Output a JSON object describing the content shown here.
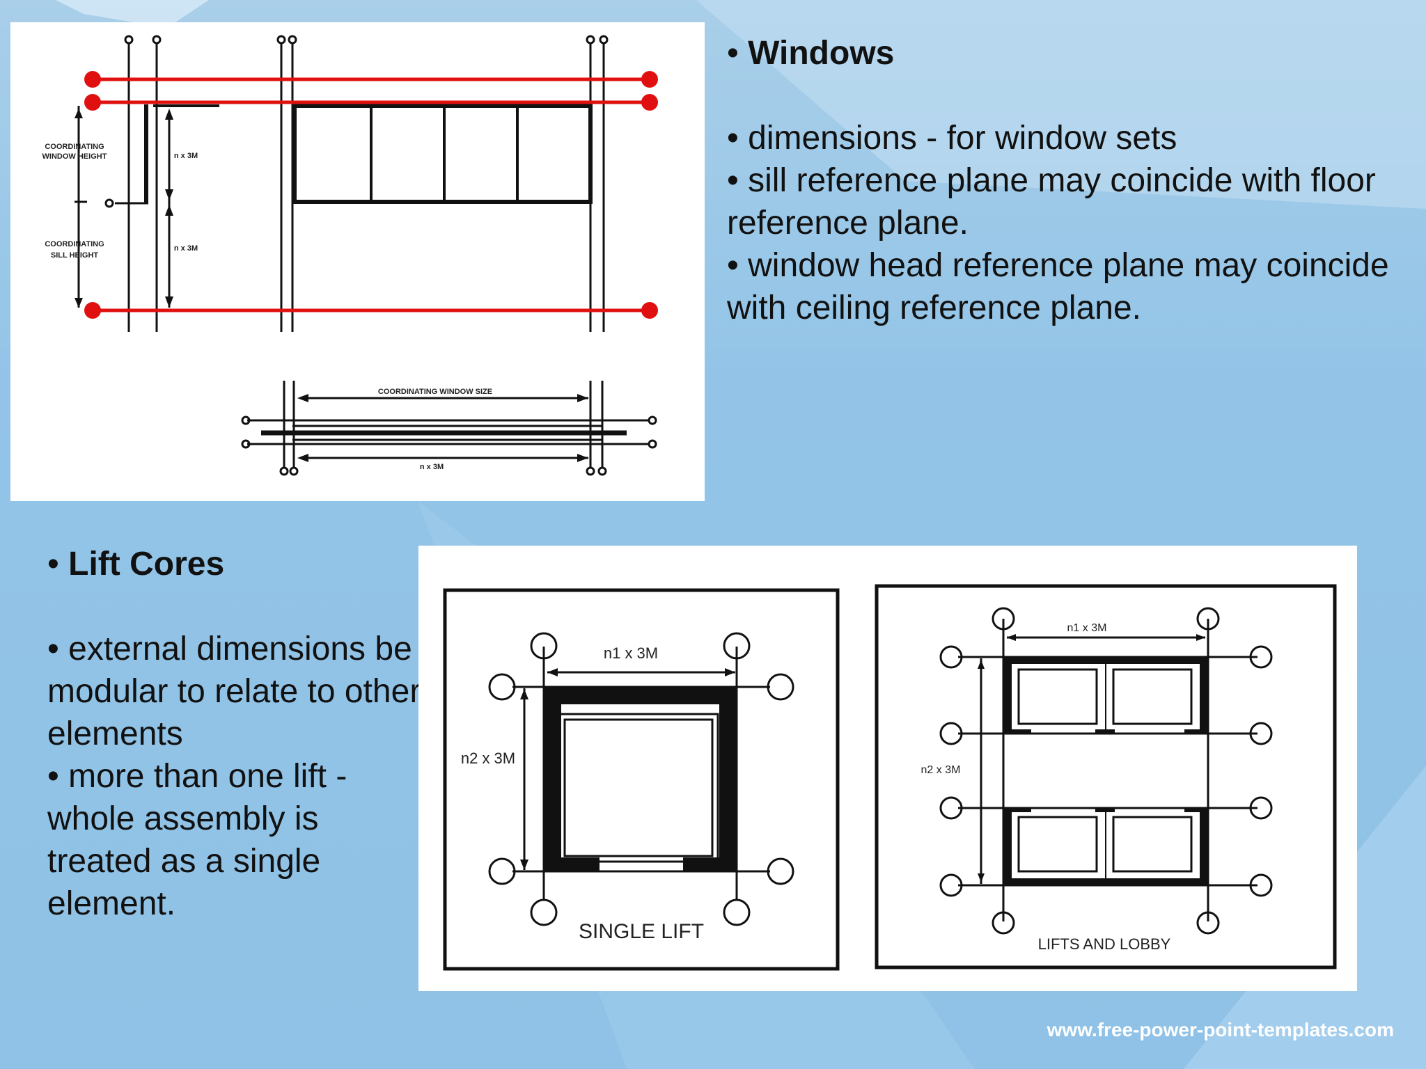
{
  "windows": {
    "heading": "Windows",
    "bullets": [
      "dimensions - for window sets",
      "sill reference plane may coincide with floor reference plane.",
      "window head reference plane may coincide with ceiling reference plane."
    ],
    "diagram": {
      "label_window_height_1": "COORDINATING",
      "label_window_height_2": "WINDOW HEIGHT",
      "label_sill_height_1": "COORDINATING",
      "label_sill_height_2": "SILL HEIGHT",
      "dim_upper": "n x 3M",
      "dim_lower": "n x 3M",
      "label_window_size": "COORDINATING WINDOW SIZE",
      "dim_plan": "n x 3M",
      "reference_line_color": "#e01010"
    }
  },
  "lift_cores": {
    "heading": "Lift Cores",
    "bullets": [
      "external dimensions be modular to relate to other elements",
      "more than one lift - whole assembly is treated as a single element."
    ],
    "single_lift": {
      "dim_top": "n1 x 3M",
      "dim_side": "n2 x 3M",
      "caption": "SINGLE LIFT"
    },
    "lifts_and_lobby": {
      "dim_top": "n1 x 3M",
      "dim_side": "n2 x 3M",
      "caption": "LIFTS AND LOBBY"
    }
  },
  "footer": {
    "url": "www.free-power-point-templates.com"
  }
}
